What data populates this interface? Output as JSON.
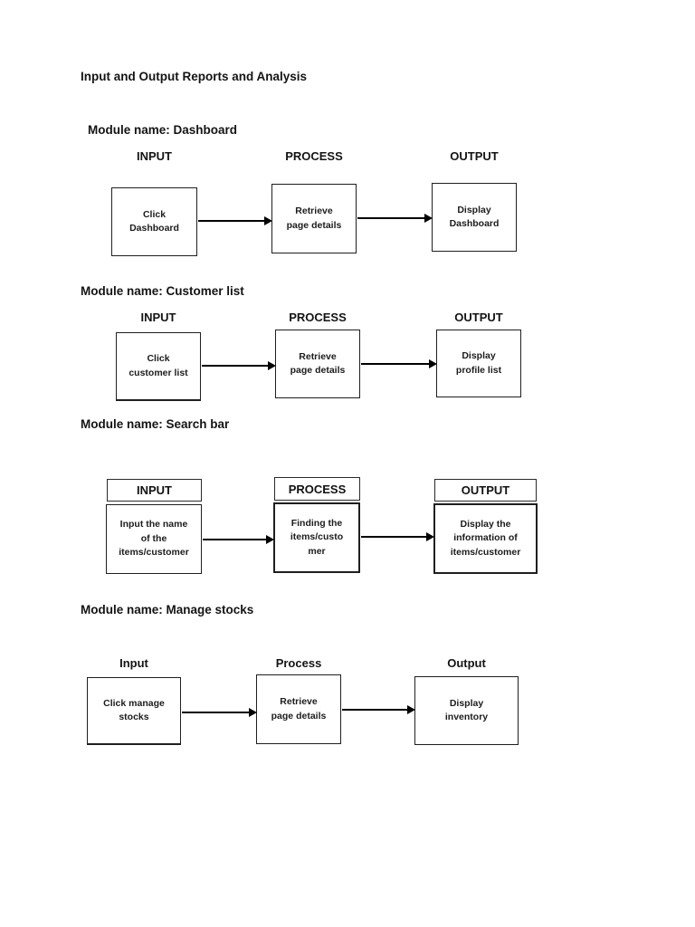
{
  "page_title": "Input and Output Reports and Analysis",
  "modules": [
    {
      "label": "Module name: Dashboard",
      "input_header": "INPUT",
      "process_header": "PROCESS",
      "output_header": "OUTPUT",
      "input_text": "Click\nDashboard",
      "process_text": "Retrieve\npage details",
      "output_text": "Display\nDashboard"
    },
    {
      "label": "Module name: Customer list",
      "input_header": "INPUT",
      "process_header": "PROCESS",
      "output_header": "OUTPUT",
      "input_text": "Click\ncustomer list",
      "process_text": "Retrieve\npage details",
      "output_text": "Display\nprofile list"
    },
    {
      "label": "Module name: Search bar",
      "input_header": "INPUT",
      "process_header": "PROCESS",
      "output_header": "OUTPUT",
      "input_text": "Input the name\nof the\nitems/customer",
      "process_text": "Finding the\nitems/custo\nmer",
      "output_text": "Display the\ninformation of\nitems/customer"
    },
    {
      "label": "Module name: Manage stocks",
      "input_header": "Input",
      "process_header": "Process",
      "output_header": "Output",
      "input_text": "Click manage\nstocks",
      "process_text": "Retrieve\npage details",
      "output_text": "Display\ninventory"
    }
  ],
  "colors": {
    "background": "#ffffff",
    "ink": "#141414",
    "box_border": "#1f1f1f"
  }
}
